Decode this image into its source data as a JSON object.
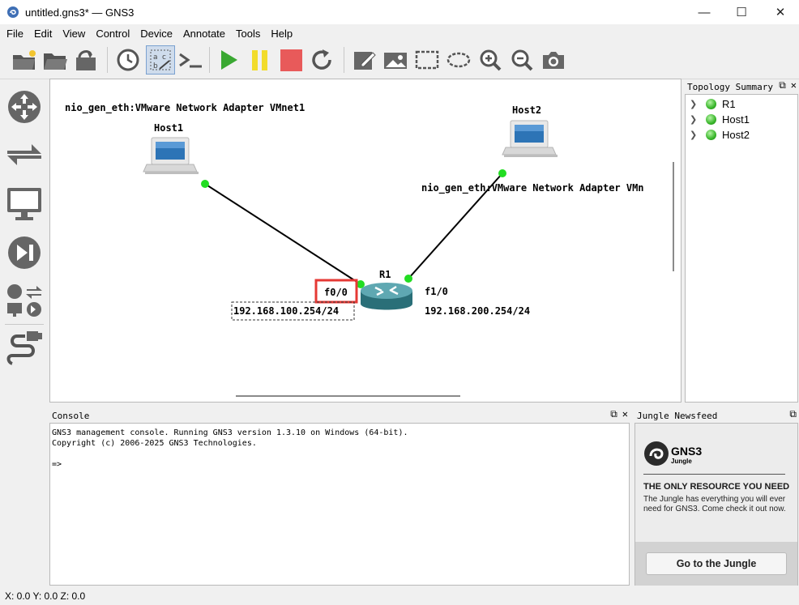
{
  "window": {
    "title": "untitled.gns3* — GNS3",
    "minimize": "—",
    "maximize": "☐",
    "close": "✕"
  },
  "menu": [
    "File",
    "Edit",
    "View",
    "Control",
    "Device",
    "Annotate",
    "Tools",
    "Help"
  ],
  "toolbar": {
    "icons": [
      "new-project-icon",
      "open-project-icon",
      "save-snapshot-icon",
      "clock-icon",
      "show-interface-labels-icon",
      "console-all-icon",
      "start-all-icon",
      "suspend-all-icon",
      "stop-all-icon",
      "reload-all-icon",
      "add-note-icon",
      "insert-picture-icon",
      "draw-rectangle-icon",
      "draw-ellipse-icon",
      "zoom-in-icon",
      "zoom-out-icon",
      "screenshot-icon"
    ],
    "console_glyph": ">_",
    "interface_glyph": "a c b"
  },
  "device_bar": [
    "routers-icon",
    "switches-icon",
    "end-devices-icon",
    "security-devices-icon",
    "all-devices-icon",
    "add-link-icon"
  ],
  "topology": {
    "nodes": [
      {
        "name": "Host1",
        "type": "host"
      },
      {
        "name": "Host2",
        "type": "host"
      },
      {
        "name": "R1",
        "type": "router"
      }
    ],
    "labels": {
      "host1_nio": "nio_gen_eth:VMware Network Adapter VMnet1",
      "host2_nio": "nio_gen_eth:VMware Network Adapter VMn",
      "r1_if_left": "f0/0",
      "r1_if_right": "f1/0",
      "r1_ip_left": "192.168.100.254/24",
      "r1_ip_right": "192.168.200.254/24"
    },
    "link_dot_color": "#22dd22"
  },
  "topology_summary": {
    "title": "Topology Summary",
    "items": [
      "R1",
      "Host1",
      "Host2"
    ]
  },
  "console": {
    "title": "Console",
    "lines": [
      "GNS3 management console. Running GNS3 version 1.3.10 on Windows (64-bit).",
      "Copyright (c) 2006-2025 GNS3 Technologies.",
      "",
      "=>"
    ]
  },
  "newsfeed": {
    "title": "Jungle Newsfeed",
    "logo_text": "GNS3",
    "logo_sub": "Jungle",
    "heading": "THE ONLY RESOURCE YOU NEED",
    "body": "The Jungle has everything you will ever need for GNS3. Come check it out now.",
    "button": "Go to the Jungle"
  },
  "status": "X: 0.0 Y: 0.0 Z: 0.0",
  "colors": {
    "highlight_box": "#e53935",
    "accent": "#7aa1d0"
  }
}
